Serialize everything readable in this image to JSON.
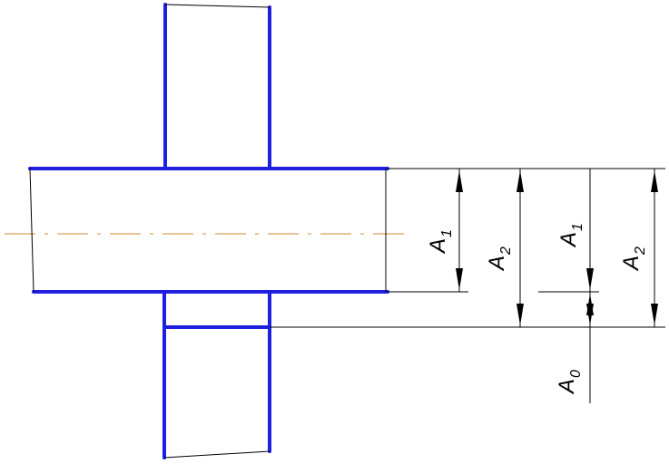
{
  "dimensions": [
    {
      "symbol": "A",
      "index": "1"
    },
    {
      "symbol": "A",
      "index": "2"
    },
    {
      "symbol": "A",
      "index": "1"
    },
    {
      "symbol": "A",
      "index": "2"
    },
    {
      "symbol": "A",
      "index": "0"
    }
  ],
  "colors": {
    "part_outline": "#1f1fe0",
    "dimension_lines": "#000000",
    "center_axis": "#d08a2a"
  }
}
